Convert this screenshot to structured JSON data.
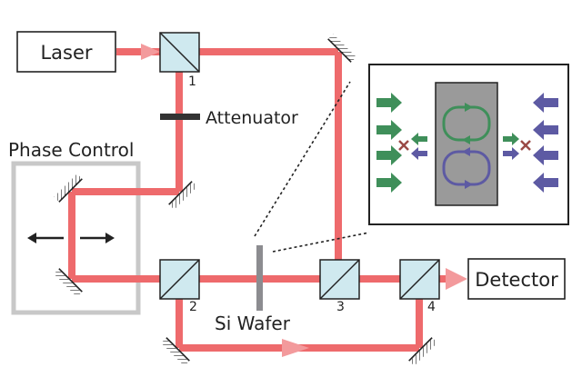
{
  "labels": {
    "laser": "Laser",
    "attenuator": "Attenuator",
    "phase_control": "Phase Control",
    "si_wafer": "Si Wafer",
    "detector": "Detector"
  },
  "beamsplitters": [
    "1",
    "2",
    "3",
    "4"
  ],
  "colors": {
    "beam": "#ee6a6c",
    "beam_arrow": "#f39a9c",
    "splitter_fill": "#cfe9ef",
    "splitter_edge": "#222222",
    "box_edge": "#222222",
    "phase_box": "#c8c8c8",
    "wafer": "#8c8c90",
    "inset_bg": "#9a9a9a",
    "green": "#3f8f5a",
    "purple": "#5d5aa3",
    "cross": "#9a4a46"
  },
  "icons": {
    "mirror": "mirror-icon",
    "translation": "double-arrow-icon",
    "field_arrow": "arrow-icon",
    "blocked": "cross-icon",
    "circulation": "loop-arrow-icon"
  }
}
